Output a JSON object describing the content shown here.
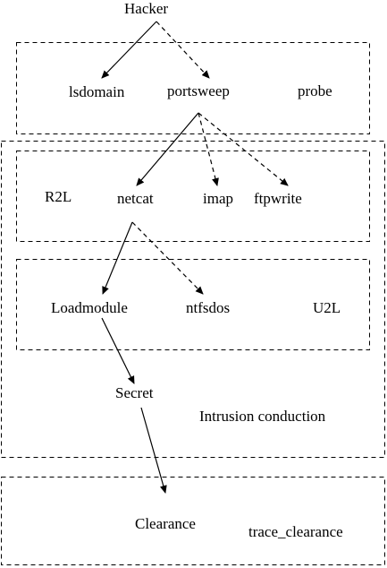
{
  "nodes": {
    "hacker": "Hacker",
    "lsdomain": "lsdomain",
    "portsweep": "portsweep",
    "probe": "probe",
    "r2l": "R2L",
    "netcat": "netcat",
    "imap": "imap",
    "ftpwrite": "ftpwrite",
    "loadmodule": "Loadmodule",
    "ntfsdos": "ntfsdos",
    "u2l": "U2L",
    "secret": "Secret",
    "intrusion_conduction": "Intrusion conduction",
    "clearance": "Clearance",
    "trace_clearance": "trace_clearance"
  },
  "colors": {
    "line": "#000000",
    "background": "#ffffff"
  }
}
